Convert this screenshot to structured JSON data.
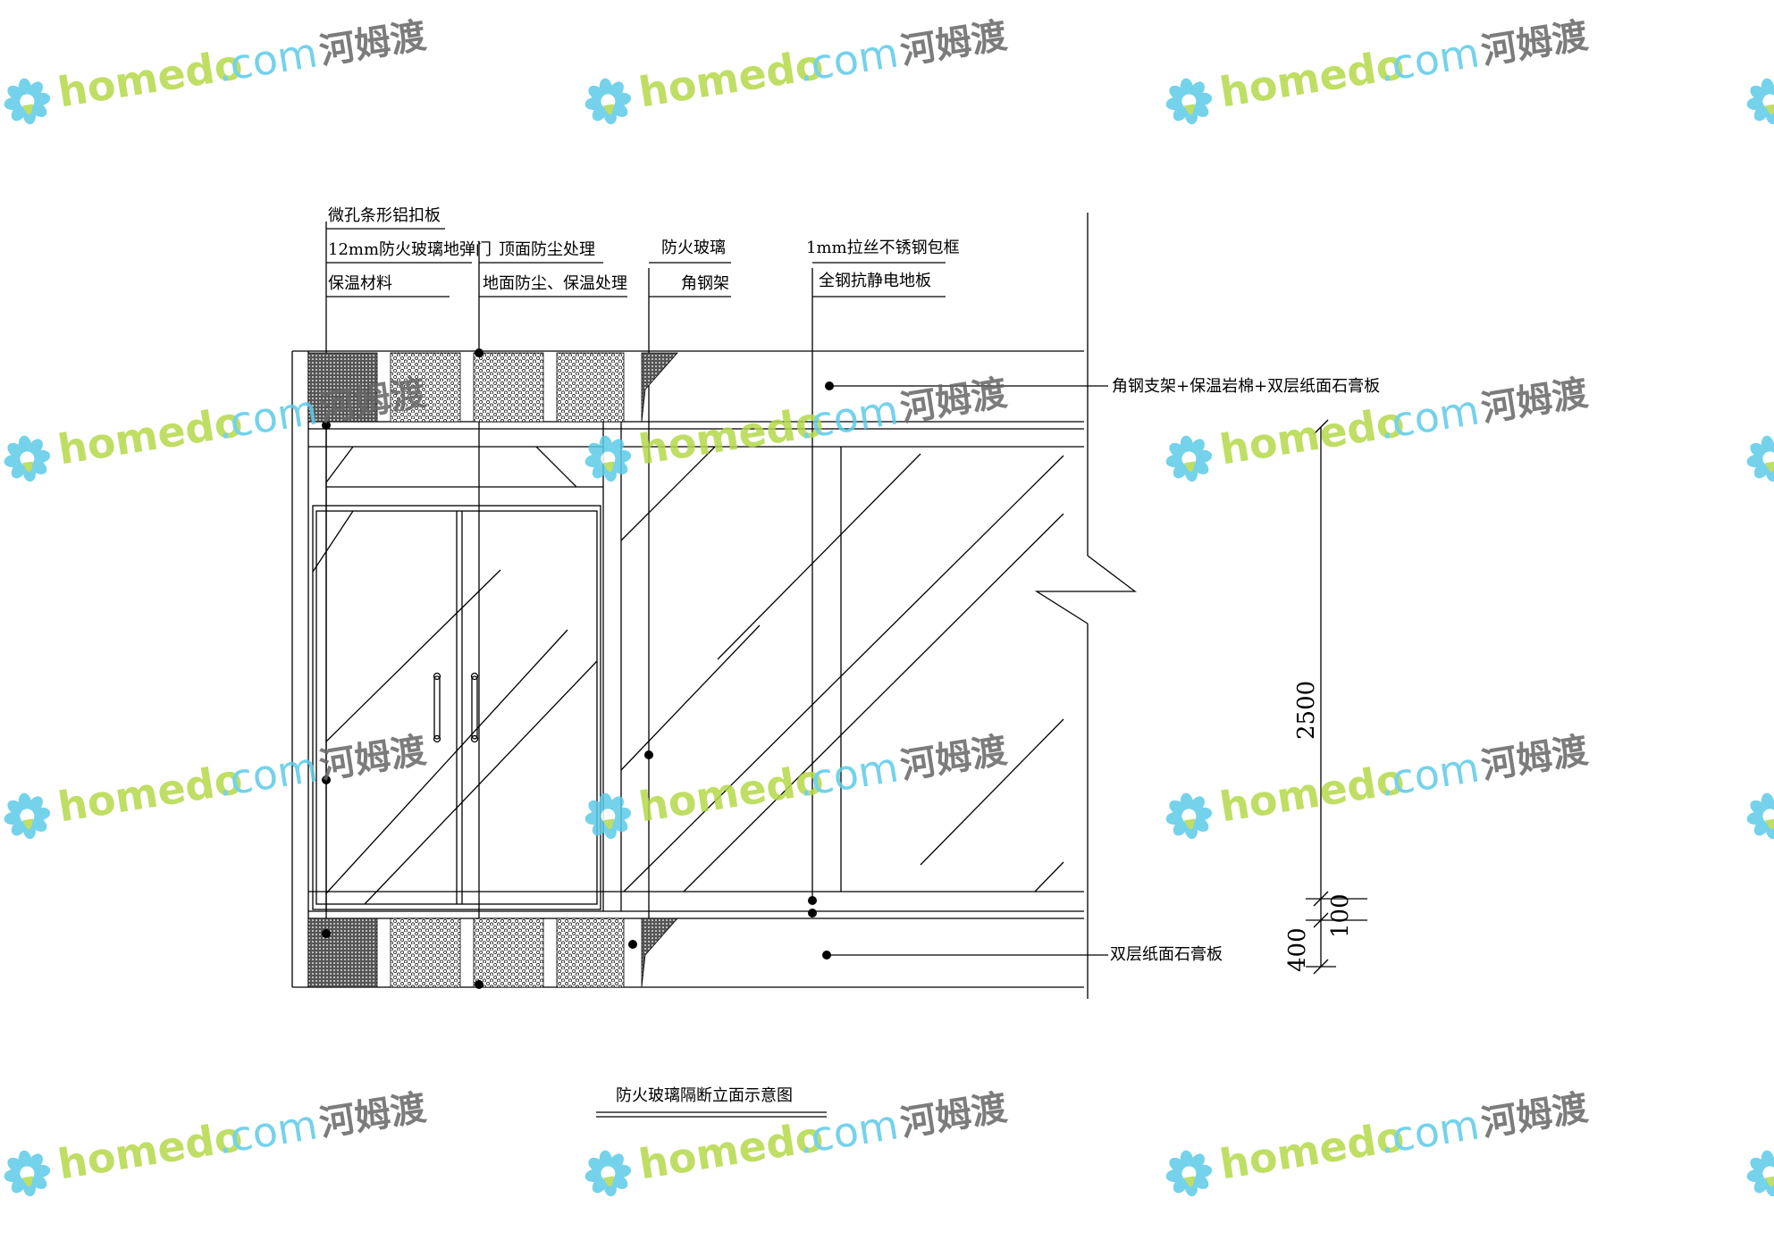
{
  "drawing": {
    "title": "防火玻璃隔断立面示意图",
    "labels_top": {
      "perforated_panel": "微孔条形铝扣板",
      "spring_door": "12mm防火玻璃地弹门",
      "insulation": "保温材料",
      "ceiling_dust": "顶面防尘处理",
      "floor_dust": "地面防尘、保温处理",
      "fire_glass": "防火玻璃",
      "angle_frame": "角钢架",
      "steel_frame": "1mm拉丝不锈钢包框",
      "antistatic_floor": "全钢抗静电地板"
    },
    "labels_right": {
      "upper_wall": "角钢支架+保温岩棉+双层纸面石膏板",
      "lower_wall": "双层纸面石膏板"
    },
    "dimensions": {
      "d2500": "2500",
      "d100": "100",
      "d400": "400"
    }
  },
  "watermark": {
    "brand": "homedo",
    "domain": ".com",
    "cn": "河姆渡",
    "colors": {
      "green": "#b5d94a",
      "blue": "#5ccbe8"
    }
  }
}
